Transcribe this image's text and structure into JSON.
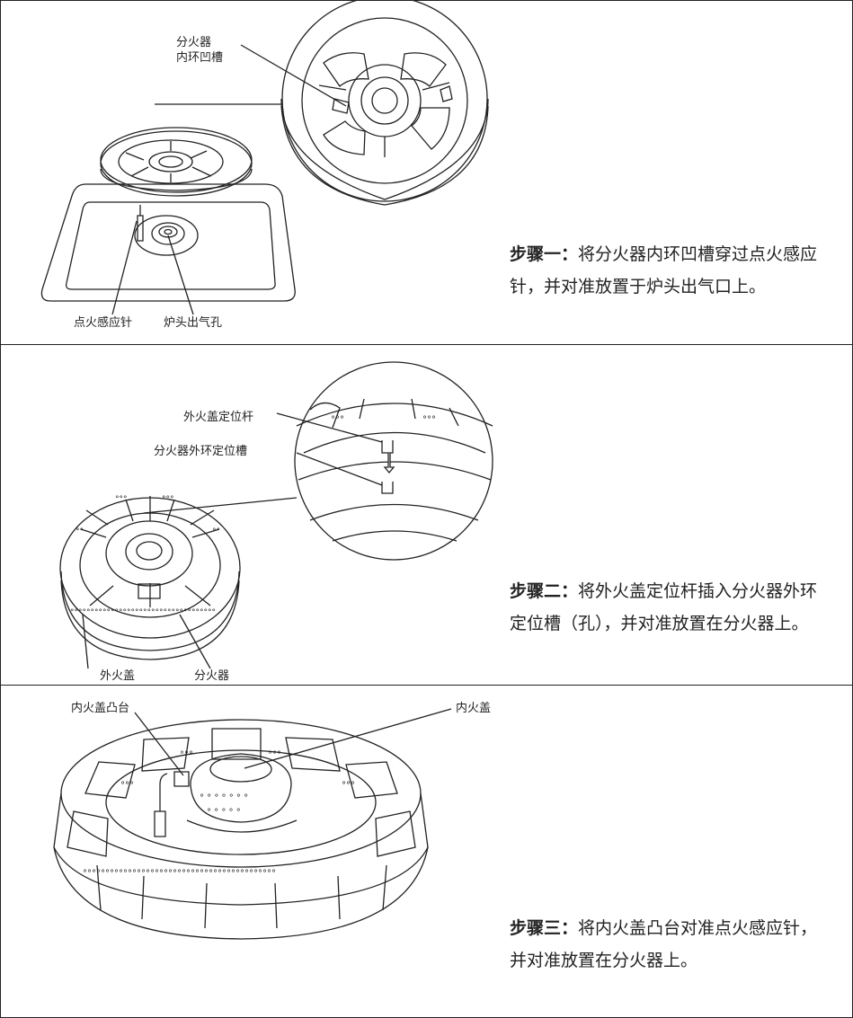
{
  "steps": [
    {
      "labels": {
        "inner_groove_line1": "分火器",
        "inner_groove_line2": "内环凹槽",
        "ignition_needle": "点火感应针",
        "gas_outlet": "炉头出气孔"
      },
      "title": "步骤一：",
      "text": "将分火器内环凹槽穿过点火感应针，并对准放置于炉头出气口上。"
    },
    {
      "labels": {
        "positioning_rod": "外火盖定位杆",
        "outer_ring_slot": "分火器外环定位槽",
        "outer_cap": "外火盖",
        "distributor": "分火器"
      },
      "title": "步骤二：",
      "text": "将外火盖定位杆插入分火器外环定位槽（孔），并对准放置在分火器上。"
    },
    {
      "labels": {
        "inner_cap_boss": "内火盖凸台",
        "inner_cap": "内火盖"
      },
      "title": "步骤三：",
      "text": "将内火盖凸台对准点火感应针，并对准放置在分火器上。"
    }
  ]
}
